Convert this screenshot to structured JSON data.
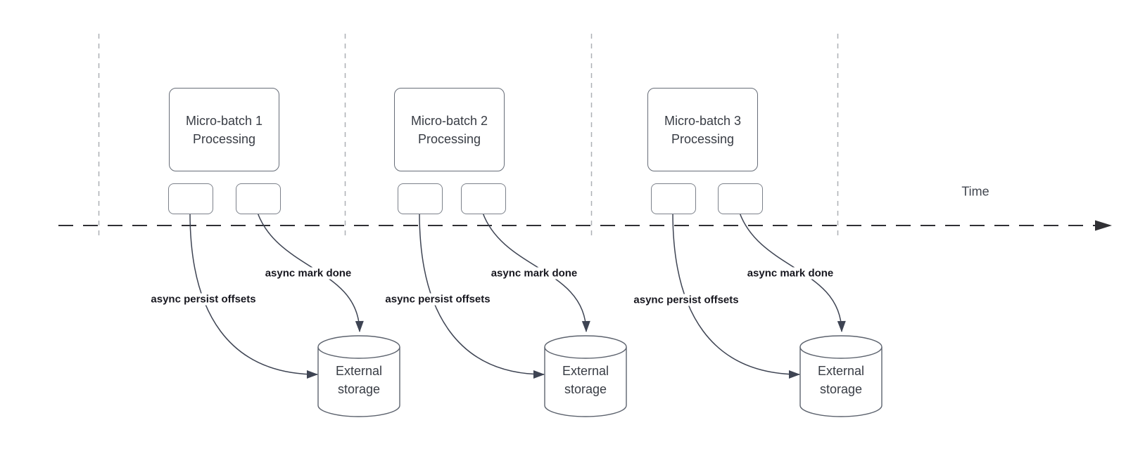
{
  "diagram": {
    "time_axis_label": "Time",
    "batches": [
      {
        "title_line1": "Micro-batch 1",
        "title_line2": "Processing",
        "persist_arrow_label": "async persist offsets",
        "done_arrow_label": "async mark done",
        "storage_line1": "External",
        "storage_line2": "storage"
      },
      {
        "title_line1": "Micro-batch 2",
        "title_line2": "Processing",
        "persist_arrow_label": "async persist offsets",
        "done_arrow_label": "async mark done",
        "storage_line1": "External",
        "storage_line2": "storage"
      },
      {
        "title_line1": "Micro-batch 3",
        "title_line2": "Processing",
        "persist_arrow_label": "async persist offsets",
        "done_arrow_label": "async mark done",
        "storage_line1": "External",
        "storage_line2": "storage"
      }
    ],
    "colors": {
      "node_stroke": "#676d78",
      "small_node_stroke": "#7c818a",
      "connector": "#3e4453",
      "timeline": "#303034",
      "gridline": "#adb0b5",
      "node_text": "#383c44",
      "bold_label_text": "#17171f"
    }
  }
}
